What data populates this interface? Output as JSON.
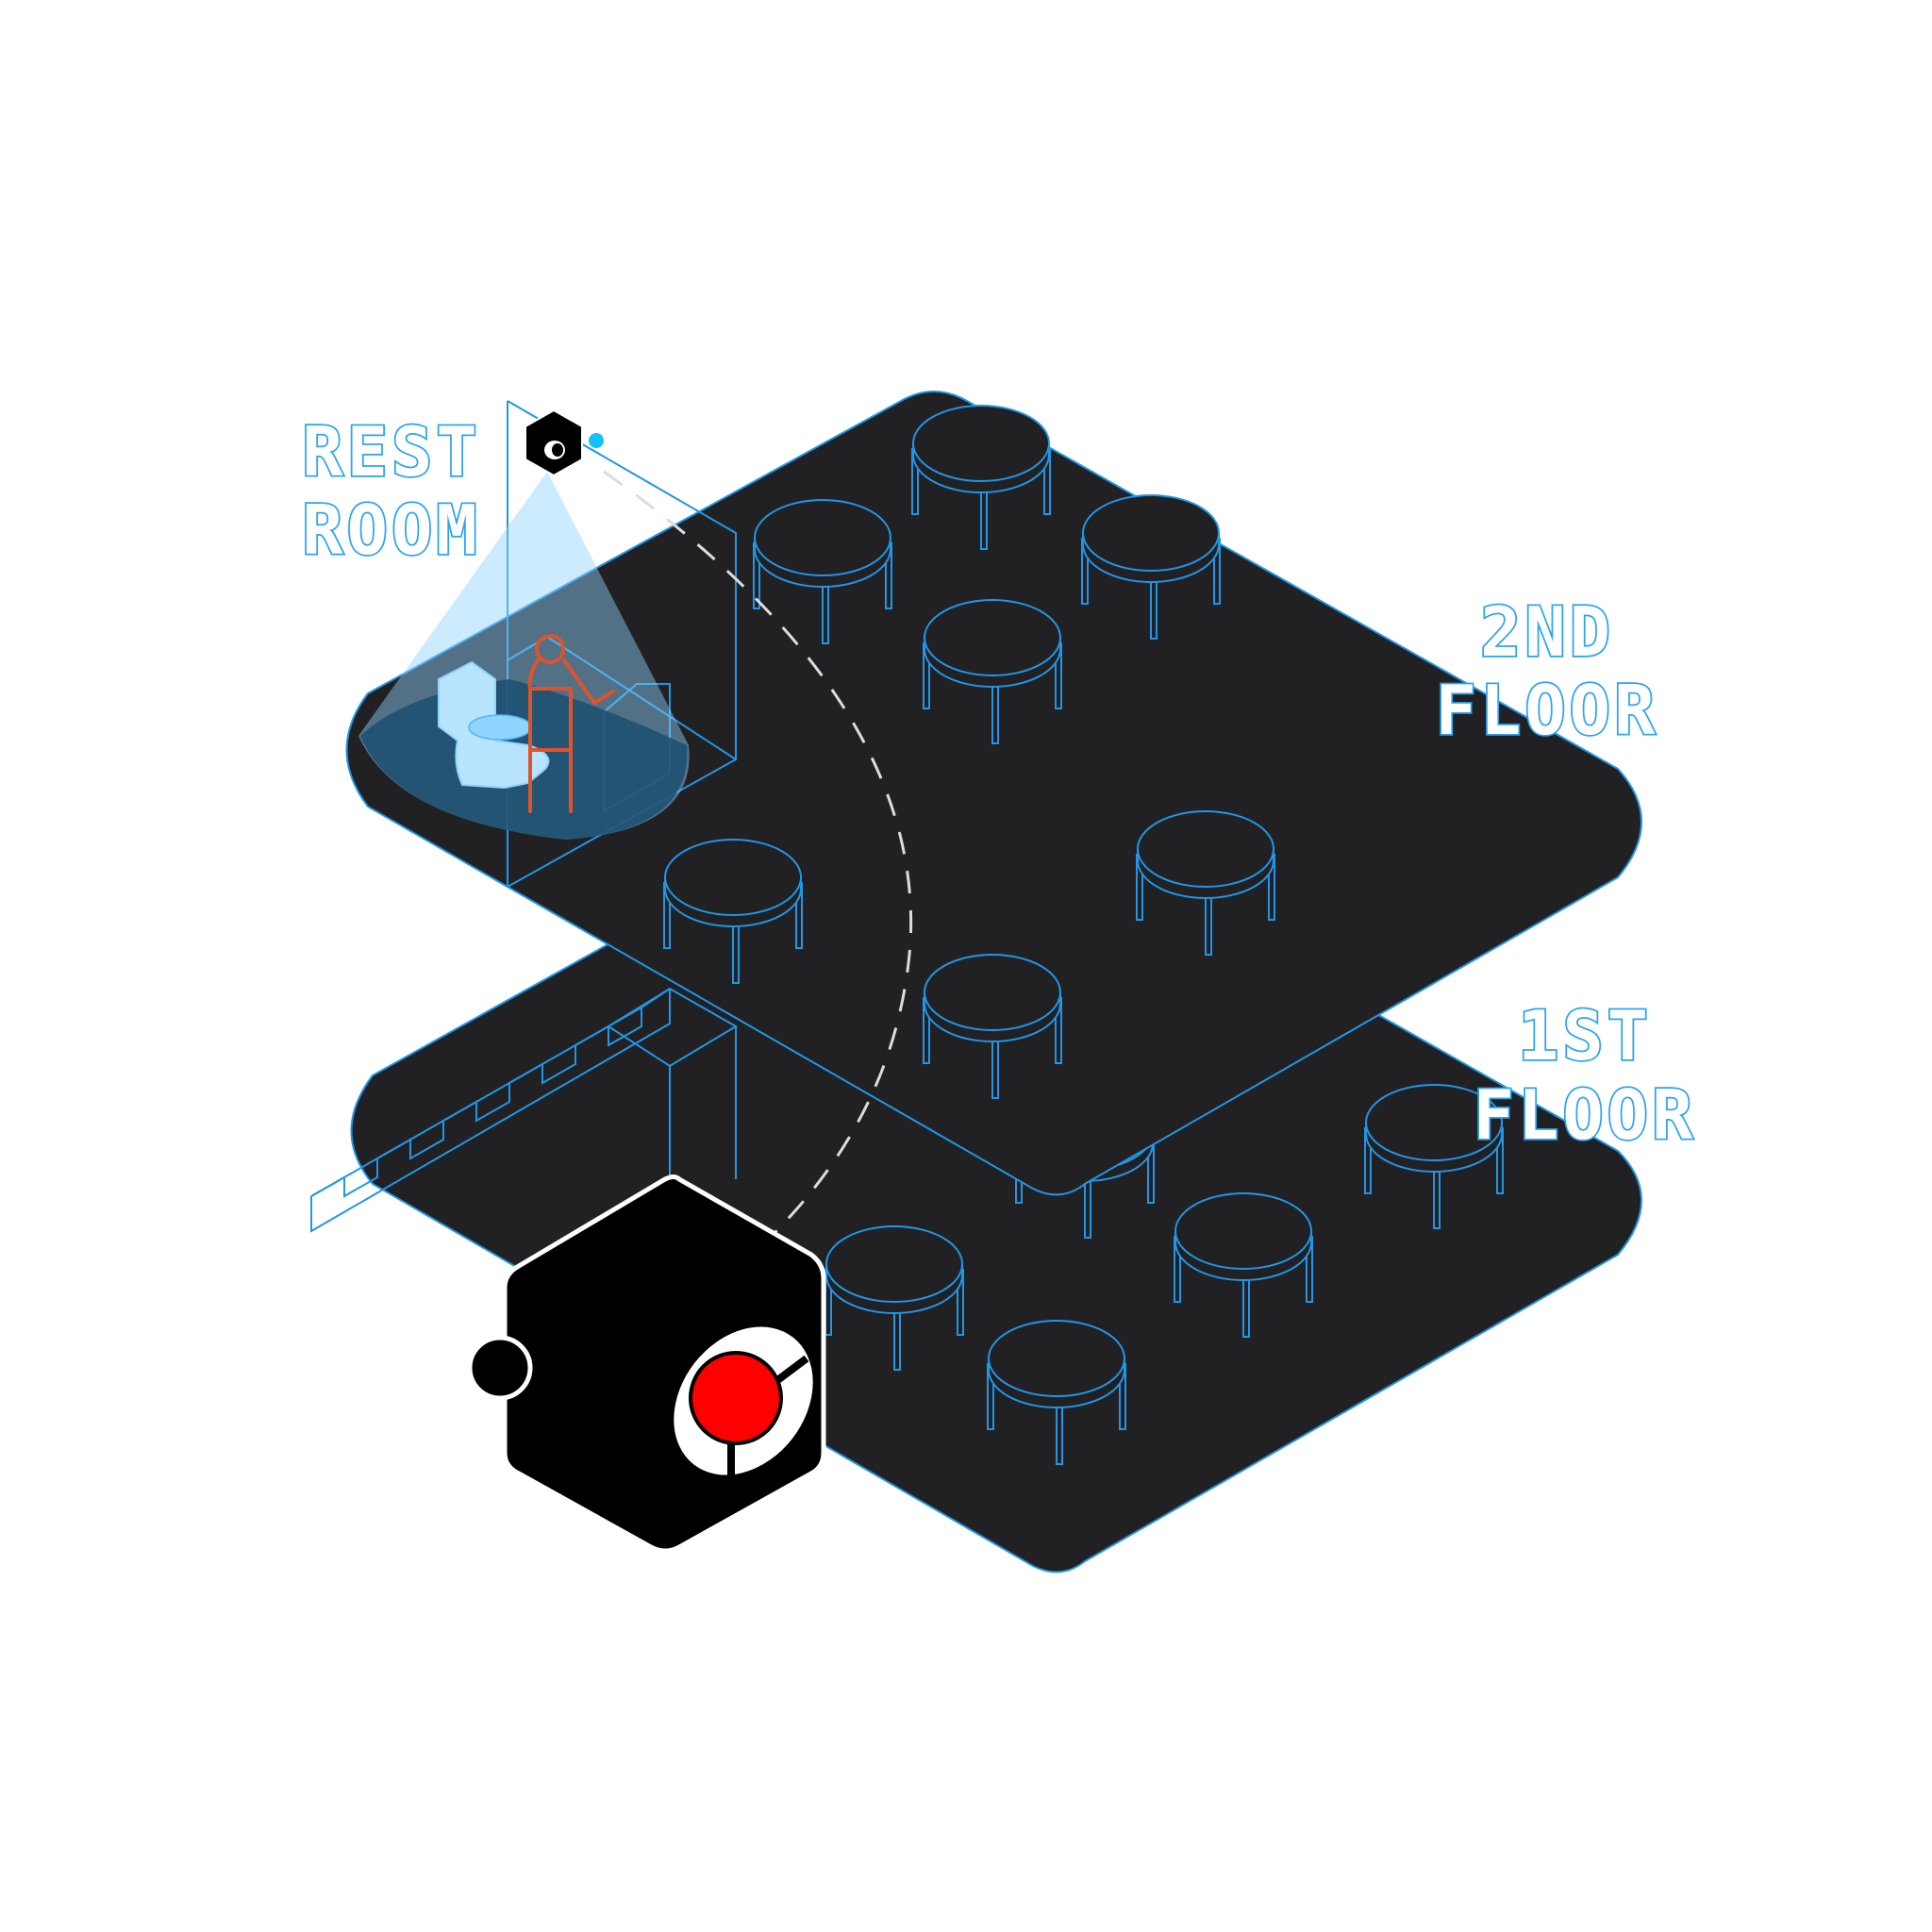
{
  "labels": {
    "rest_room_line1": "REST",
    "rest_room_line2": "ROOM",
    "second_floor_line1": "2ND",
    "second_floor_line2": "FLOOR",
    "first_floor_line1": "1ST",
    "first_floor_line2": "FLOOR"
  },
  "colors": {
    "floor": "#212124",
    "outline": "#2196e6",
    "label_outline": "#2aa3f2",
    "camera_cone": "#8fd3ff",
    "person": "#e0522a",
    "camera_body": "#000000",
    "camera_lens": "#ff0000",
    "status_dot": "#12c2ff",
    "path": "#dddddd"
  },
  "icons": {
    "small_camera": "security-camera-icon",
    "large_camera": "security-camera-icon",
    "person": "person-icon",
    "toilet": "toilet-icon"
  }
}
